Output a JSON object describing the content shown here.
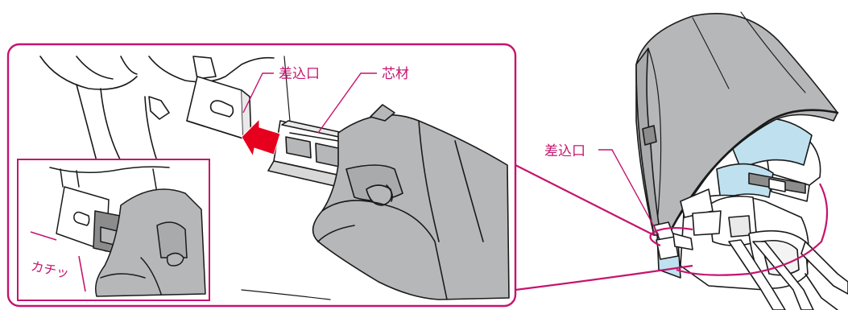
{
  "labels": {
    "inlet_main": "差込口",
    "core_material": "芯材",
    "inlet_right": "差込口",
    "click_sound": "カチッ"
  },
  "colors": {
    "accent": "#c4156e",
    "arrow": "#e6001e",
    "canopy_gray": "#b6b7b9",
    "light_blue": "#bfe1ef",
    "outline": "#1a1a1a",
    "shade": "#8c8c8c"
  }
}
